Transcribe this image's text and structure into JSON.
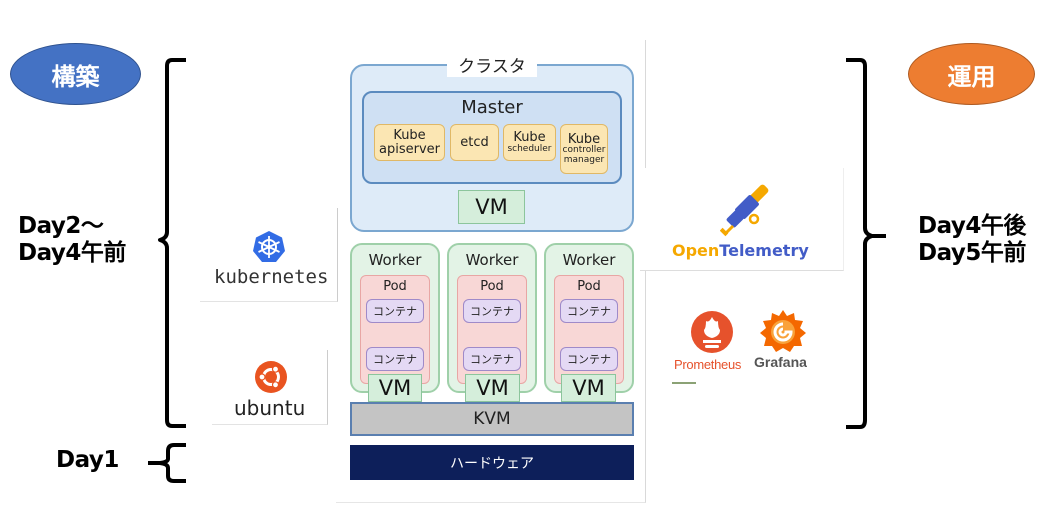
{
  "phases": {
    "build": {
      "label": "構築",
      "color": "#4472c4"
    },
    "ops": {
      "label": "運用",
      "color": "#ed7d31"
    }
  },
  "schedule": {
    "build_days_line1": "Day2〜",
    "build_days_line2": "Day4午前",
    "infra_day": "Day1",
    "ops_days_line1": "Day4午後",
    "ops_days_line2": "Day5午前"
  },
  "architecture": {
    "cluster_label": "クラスタ",
    "master": {
      "label": "Master",
      "components": [
        {
          "line1": "Kube",
          "line2": "apiserver"
        },
        {
          "line1": "etcd",
          "line2": ""
        },
        {
          "line1": "Kube",
          "line2": "scheduler"
        },
        {
          "line1": "Kube",
          "line2": "controller",
          "line3": "manager"
        }
      ],
      "vm_label": "VM"
    },
    "workers": [
      {
        "label": "Worker",
        "pod_label": "Pod",
        "containers": [
          "コンテナ",
          "コンテナ"
        ],
        "vm_label": "VM"
      },
      {
        "label": "Worker",
        "pod_label": "Pod",
        "containers": [
          "コンテナ",
          "コンテナ"
        ],
        "vm_label": "VM"
      },
      {
        "label": "Worker",
        "pod_label": "Pod",
        "containers": [
          "コンテナ",
          "コンテナ"
        ],
        "vm_label": "VM"
      }
    ],
    "hypervisor_label": "KVM",
    "hardware_label": "ハードウェア"
  },
  "logos": {
    "kubernetes": {
      "name": "kubernetes",
      "icon": "helm-wheel-icon",
      "color": "#326ce5"
    },
    "ubuntu": {
      "name": "ubuntu",
      "icon": "circle-of-friends-icon",
      "color": "#e95420"
    },
    "opentelemetry": {
      "name_part1": "Open",
      "name_part2": "Telemetry",
      "icon": "telescope-icon",
      "color1": "#f5a800",
      "color2": "#425cc7"
    },
    "prometheus": {
      "name": "Prometheus",
      "icon": "flame-icon",
      "color": "#e6522c"
    },
    "grafana": {
      "name": "Grafana",
      "icon": "grafana-swirl-icon",
      "color": "#f46800"
    }
  }
}
